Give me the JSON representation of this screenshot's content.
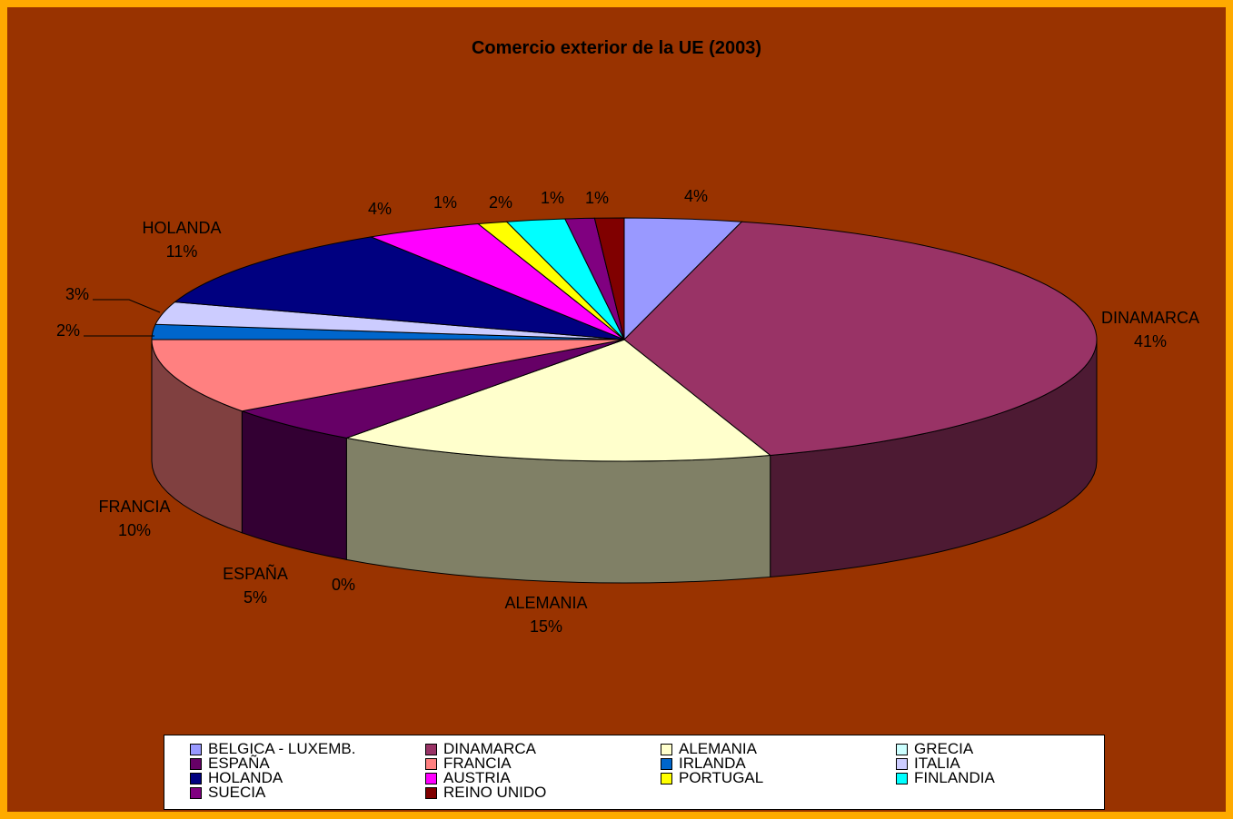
{
  "chart_data": {
    "type": "pie",
    "title": "Comercio exterior de la UE (2003)",
    "three_d": true,
    "legend_placement": "bottom",
    "slices": [
      {
        "name": "BELGICA - LUXEMB.",
        "value": 4,
        "label": "4%",
        "color": "#9999FF",
        "side": "#4D4D80",
        "show_name": false
      },
      {
        "name": "DINAMARCA",
        "value": 41,
        "label": "41%",
        "color": "#993366",
        "side": "#4D1A33",
        "show_name": true
      },
      {
        "name": "ALEMANIA",
        "value": 15,
        "label": "15%",
        "color": "#FFFFCC",
        "side": "#808066",
        "show_name": true
      },
      {
        "name": "GRECIA",
        "value": 0,
        "label": "0%",
        "color": "#CCFFFF",
        "side": "#668080",
        "show_name": false
      },
      {
        "name": "ESPAÑA",
        "value": 5,
        "label": "5%",
        "color": "#660066",
        "side": "#330033",
        "show_name": true
      },
      {
        "name": "FRANCIA",
        "value": 10,
        "label": "10%",
        "color": "#FF8080",
        "side": "#804040",
        "show_name": true
      },
      {
        "name": "IRLANDA",
        "value": 2,
        "label": "2%",
        "color": "#0066CC",
        "side": "#003366",
        "show_name": false
      },
      {
        "name": "ITALIA",
        "value": 3,
        "label": "3%",
        "color": "#CCCCFF",
        "side": "#666680",
        "show_name": false
      },
      {
        "name": "HOLANDA",
        "value": 11,
        "label": "11%",
        "color": "#000080",
        "side": "#000040",
        "show_name": true
      },
      {
        "name": "AUSTRIA",
        "value": 4,
        "label": "4%",
        "color": "#FF00FF",
        "side": "#800080",
        "show_name": false
      },
      {
        "name": "PORTUGAL",
        "value": 1,
        "label": "1%",
        "color": "#FFFF00",
        "side": "#808000",
        "show_name": false
      },
      {
        "name": "FINLANDIA",
        "value": 2,
        "label": "2%",
        "color": "#00FFFF",
        "side": "#008080",
        "show_name": false
      },
      {
        "name": "SUECIA",
        "value": 1,
        "label": "1%",
        "color": "#800080",
        "side": "#400040",
        "show_name": false
      },
      {
        "name": "REINO UNIDO",
        "value": 1,
        "label": "1%",
        "color": "#800000",
        "side": "#400000",
        "show_name": false
      }
    ]
  },
  "colors": {
    "outer_border": "#FFAA00",
    "plot_background": "#993300",
    "legend_background": "#FFFFFF"
  }
}
